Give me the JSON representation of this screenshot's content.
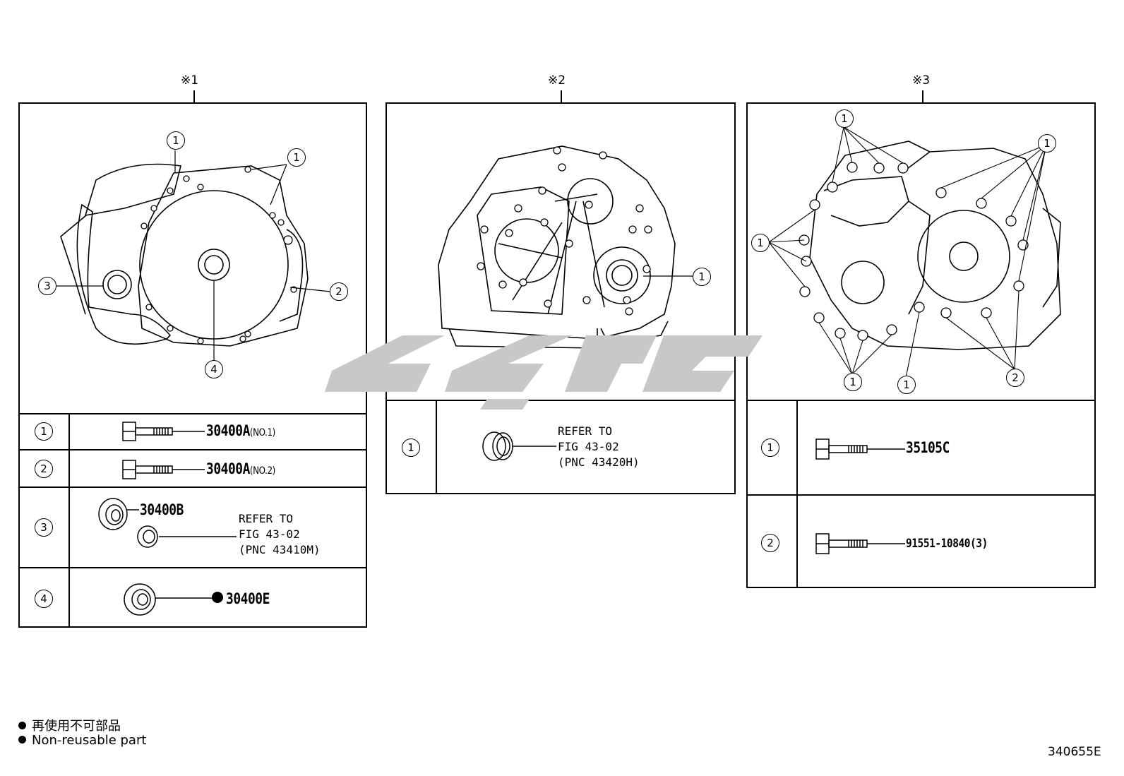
{
  "sections": [
    {
      "mark": "※1"
    },
    {
      "mark": "※2"
    },
    {
      "mark": "※3"
    }
  ],
  "callouts": {
    "one": "1",
    "two": "2",
    "three": "3",
    "four": "4"
  },
  "table1": {
    "rows": [
      {
        "num": "1",
        "part": "30400A",
        "note": "(NO.1)"
      },
      {
        "num": "2",
        "part": "30400A",
        "note": "(NO.2)"
      },
      {
        "num": "3",
        "part": "30400B",
        "ref": "REFER TO\nFIG 43-02\n(PNC 43410M)"
      },
      {
        "num": "4",
        "part": "30400E",
        "non_reusable": true
      }
    ]
  },
  "table2": {
    "rows": [
      {
        "num": "1",
        "ref": "REFER TO\nFIG 43-02\n(PNC 43420H)"
      }
    ]
  },
  "table3": {
    "rows": [
      {
        "num": "1",
        "part": "35105C"
      },
      {
        "num": "2",
        "part": "91551-10840(3)"
      }
    ]
  },
  "legend": {
    "jp": "再使用不可部品",
    "en": "Non-reusable part"
  },
  "figure_id": "340655E",
  "watermark_color": "#c8c8c8"
}
